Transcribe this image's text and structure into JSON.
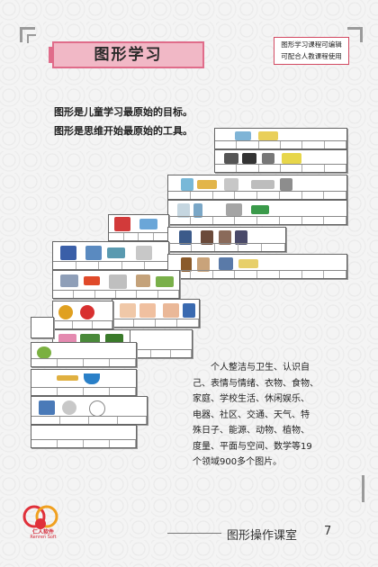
{
  "header": {
    "title": "图形学习",
    "note_line1": "图形学习课程可编辑",
    "note_line2": "可配合人教课程使用"
  },
  "intro": {
    "line1": "图形是儿童学习最原始的目标。",
    "line2": "图形是思维开始最原始的工具。"
  },
  "description": {
    "line1": "个人整洁与卫生、认识自",
    "line2": "己、表情与情绪、衣物、食物、",
    "line3": "家庭、学校生活、休闲娱乐、",
    "line4": "电器、社区、交通、天气、特",
    "line5": "殊日子、能源、动物、植物、",
    "line6": "度量、平面与空间、数学等19",
    "line7": "个领域900多个图片。"
  },
  "logo": {
    "name": "仁人软件",
    "sub": "Renren Soft"
  },
  "footer": {
    "label": "图形操作课室",
    "page": "7"
  }
}
